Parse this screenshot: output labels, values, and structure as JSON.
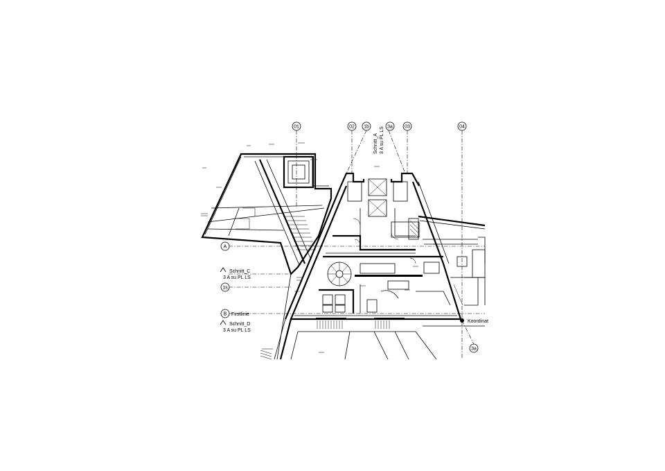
{
  "drawing": {
    "grid_axes": [
      "01",
      "02",
      "1b",
      "3a",
      "03",
      "04"
    ],
    "row_axes": [
      "A",
      "1s",
      "B"
    ],
    "bottom_axis": "3a",
    "section_c": {
      "line1": "Schnitt_C",
      "line2": "3 A su PL LS"
    },
    "section_d": {
      "line1": "Schnitt_D",
      "line2": "3 A su PL LS"
    },
    "section_a": {
      "line1": "Schnitt_A",
      "line2": "3 A su PL LS"
    },
    "firstlinie": "Firstlinie",
    "koordinate": "Koordinat"
  }
}
